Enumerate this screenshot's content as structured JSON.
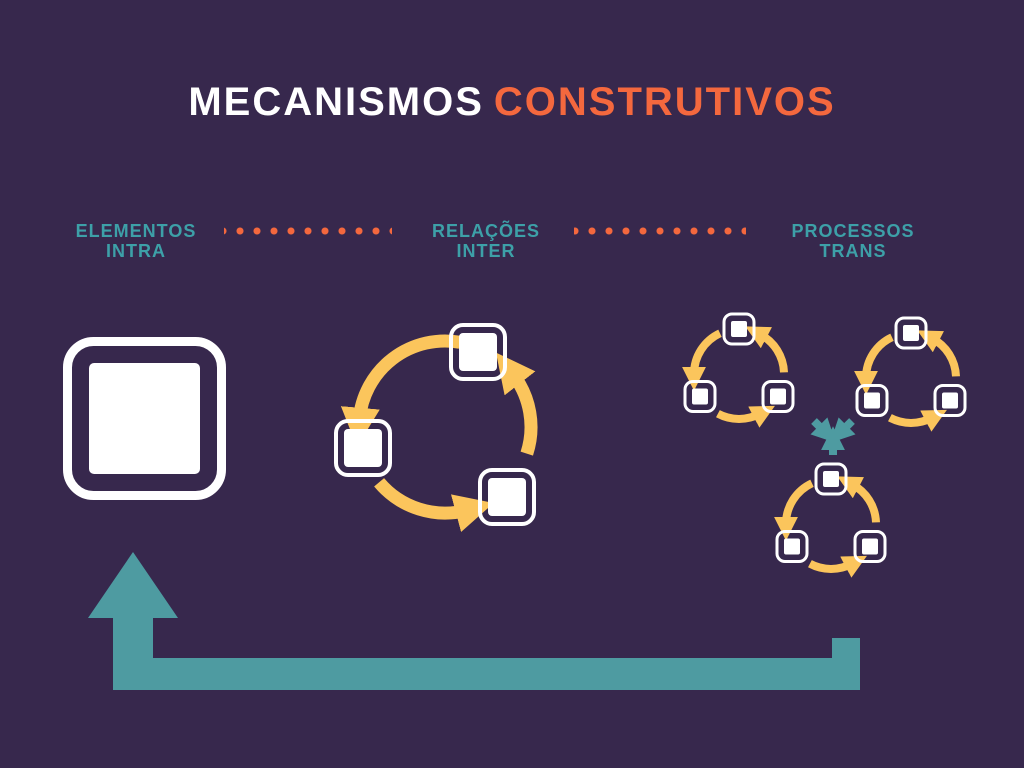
{
  "slide": {
    "title": {
      "primary": "MECANISMOS",
      "accent": "CONSTRUTIVOS"
    },
    "columns": [
      {
        "line1": "ELEMENTOS",
        "line2": "INTRA"
      },
      {
        "line1": "RELAÇÕES",
        "line2": "INTER"
      },
      {
        "line1": "PROCESSOS",
        "line2": "TRANS"
      }
    ],
    "icons": {
      "left": "single-element-square-icon",
      "middle": "three-square-cycle-icon",
      "right": "triple-cycle-network-icon",
      "right_center": "merge-arrows-icon",
      "bottom": "feedback-loop-arrow-icon"
    },
    "colors": {
      "background": "#37284d",
      "title_primary": "#ffffff",
      "title_accent": "#f4683e",
      "label_teal": "#3da0a8",
      "arrow_yellow": "#fbc55c",
      "shape_teal": "#4e9ba1",
      "square_white": "#ffffff",
      "dots_orange": "#f4683e"
    }
  }
}
